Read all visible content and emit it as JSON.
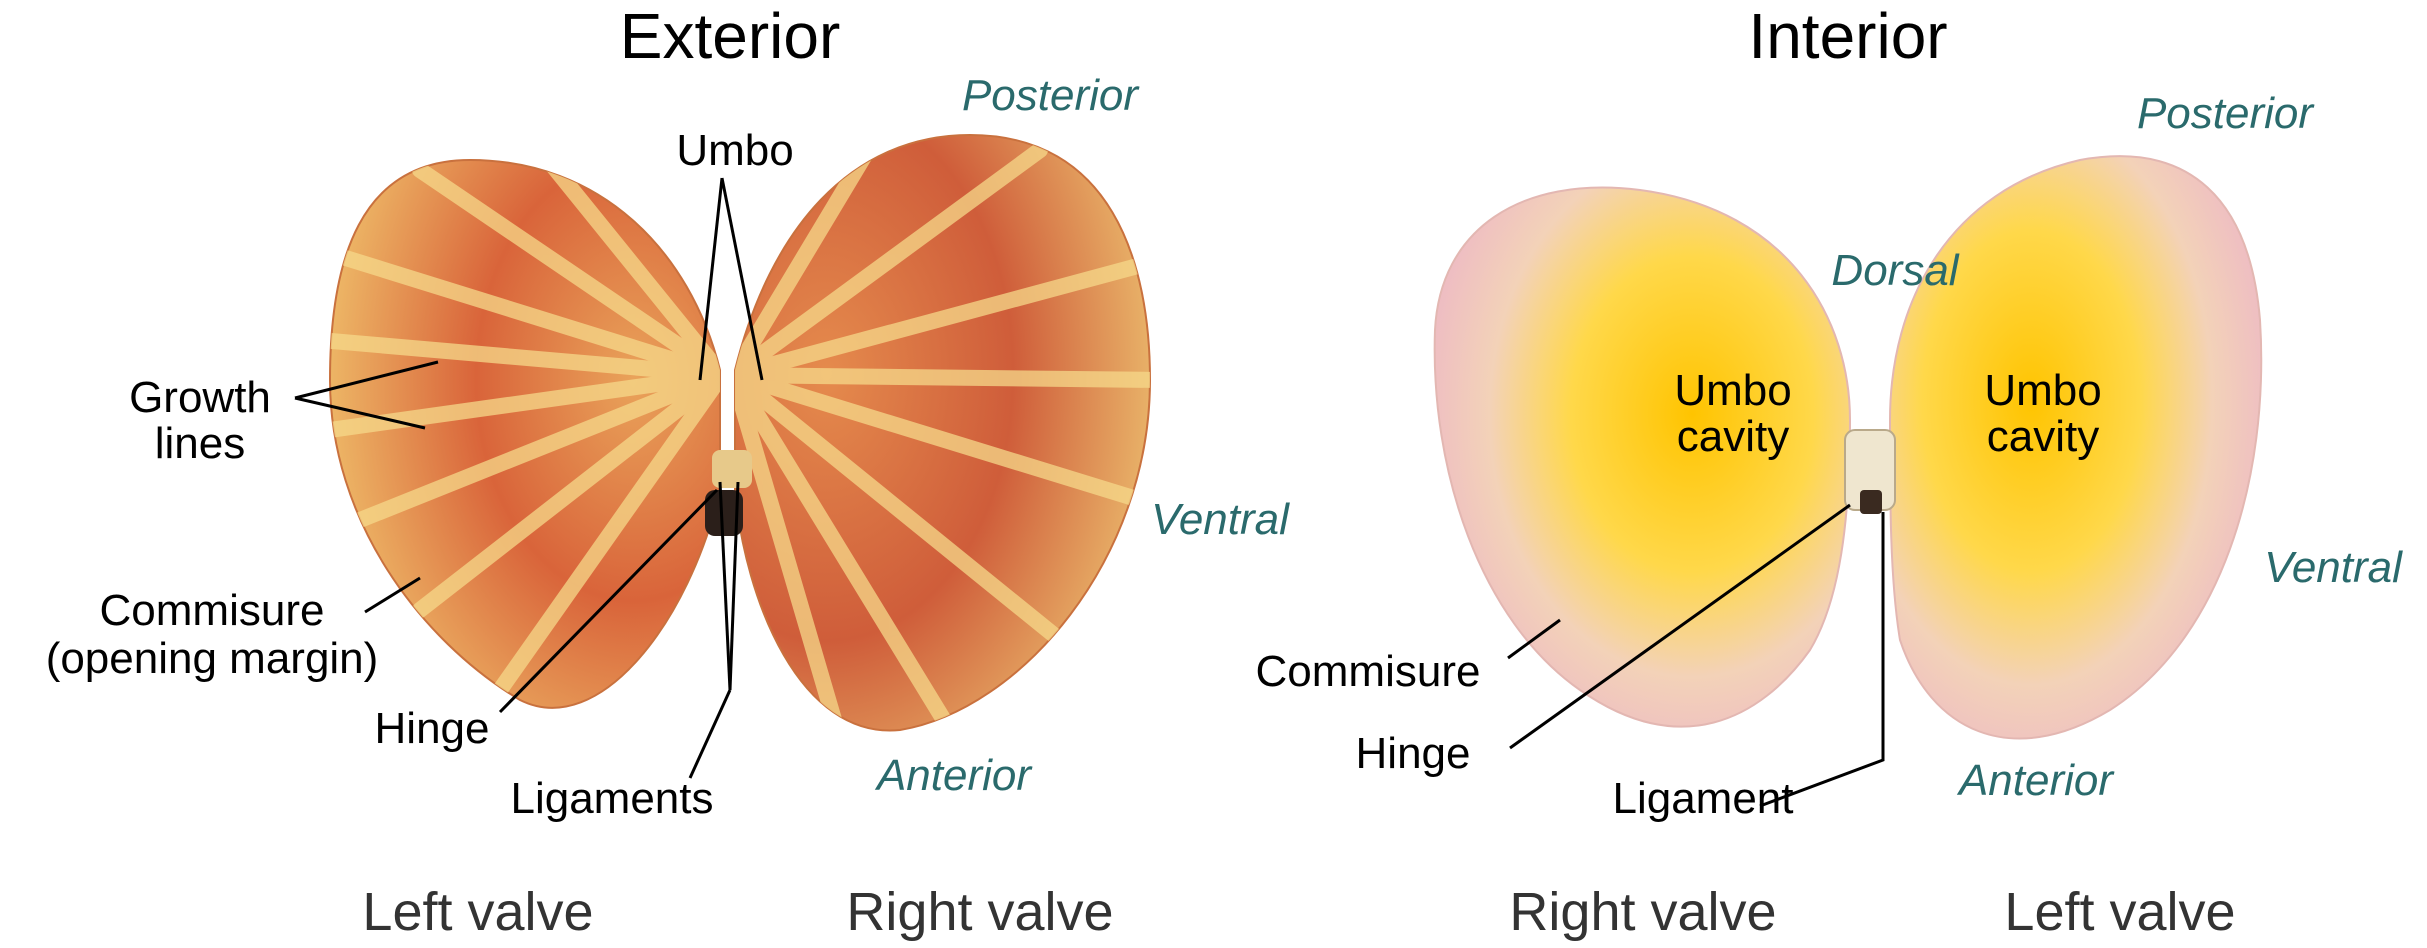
{
  "panels": {
    "exterior": {
      "title": "Exterior",
      "labels": {
        "umbo": "Umbo",
        "growth_1": "Growth",
        "growth_2": "lines",
        "commisure_1": "Commisure",
        "commisure_2": "(opening margin)",
        "hinge": "Hinge",
        "ligaments": "Ligaments"
      },
      "orientation": {
        "posterior": "Posterior",
        "ventral": "Ventral",
        "anterior": "Anterior"
      },
      "valves": {
        "left": "Left valve",
        "right": "Right valve"
      }
    },
    "interior": {
      "title": "Interior",
      "labels": {
        "umbo_cavity_left_1": "Umbo",
        "umbo_cavity_left_2": "cavity",
        "umbo_cavity_right_1": "Umbo",
        "umbo_cavity_right_2": "cavity",
        "commisure": "Commisure",
        "hinge": "Hinge",
        "ligament": "Ligament"
      },
      "orientation": {
        "posterior": "Posterior",
        "dorsal": "Dorsal",
        "ventral": "Ventral",
        "anterior": "Anterior"
      },
      "valves": {
        "right": "Right valve",
        "left": "Left valve"
      }
    }
  },
  "colors": {
    "orientation_text": "#2a6a6c",
    "shell_orange": "#d9643a",
    "shell_yellow": "#f7d56a",
    "interior_pink": "#f2c9cc",
    "interior_yellow": "#ffd21f"
  }
}
